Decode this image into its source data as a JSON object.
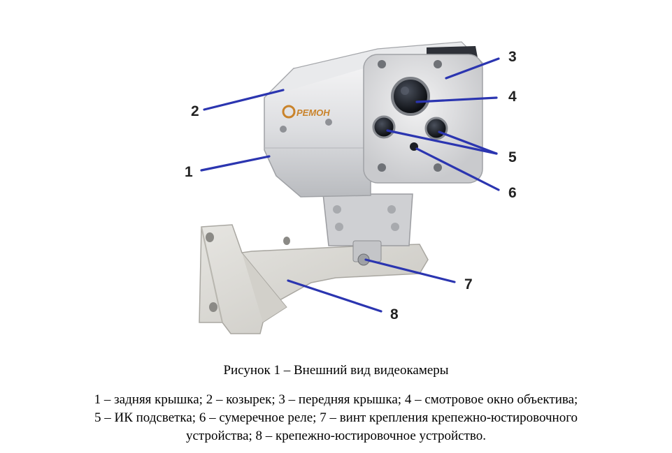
{
  "figure": {
    "brand_logo": "РЕМОН",
    "callouts": [
      "1",
      "2",
      "3",
      "4",
      "5",
      "6",
      "7",
      "8"
    ]
  },
  "caption": "Рисунок 1 – Внешний вид видеокамеры",
  "legend": {
    "line1": "1 – задняя крышка; 2 – козырек; 3 – передняя крышка; 4 – смотровое окно объектива;",
    "line2": "5 – ИК подсветка; 6 – сумеречное реле; 7 – винт крепления крепежно-юстировочного",
    "line3": "устройства; 8 – крепежно-юстировочное устройство."
  },
  "colors": {
    "leader": "#2b35b0",
    "metal": "#d9dadc",
    "lens": "#1a1d24"
  }
}
